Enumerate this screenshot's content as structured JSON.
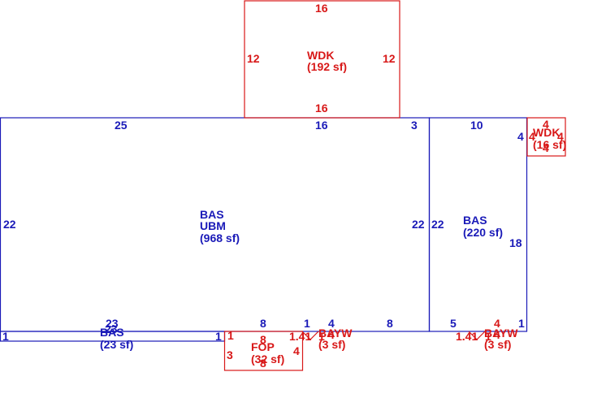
{
  "colors": {
    "blue": "#1a1ab8",
    "red": "#d81818"
  },
  "areas": {
    "wdk_top": {
      "code": "WDK",
      "area": "(192 sf)",
      "dims": [
        "16",
        "12",
        "12",
        "16"
      ]
    },
    "main": {
      "code1": "BAS",
      "code2": "UBM",
      "area": "(968 sf)",
      "dims": [
        "25",
        "16",
        "3",
        "22",
        "22",
        "23",
        "8",
        "1",
        "4",
        "8"
      ]
    },
    "right": {
      "code": "BAS",
      "area": "(220 sf)",
      "dims": [
        "10",
        "22",
        "18",
        "4",
        "5",
        "4",
        "1"
      ]
    },
    "wdk_small": {
      "code": "WDK",
      "area": "(16 sf)",
      "dims": [
        "4",
        "4",
        "4",
        "4"
      ]
    },
    "strip": {
      "code": "BAS",
      "area": "(23 sf)",
      "dims": [
        "23",
        "1",
        "1"
      ]
    },
    "fop": {
      "code": "FOP",
      "area": "(32 sf)",
      "dims": [
        "8",
        "3",
        "4",
        "8",
        "1"
      ]
    },
    "bay1": {
      "code": "BAYW",
      "area": "(3 sf)",
      "dims": [
        "1.41",
        "1",
        "4"
      ]
    },
    "bay2": {
      "code": "BAYW",
      "area": "(3 sf)",
      "dims": [
        "1.41",
        "1",
        "4"
      ]
    }
  }
}
